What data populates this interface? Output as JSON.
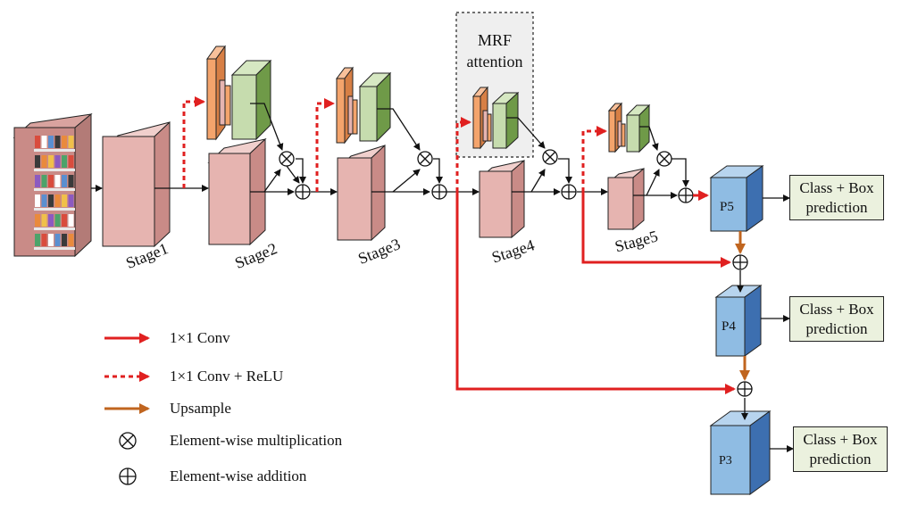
{
  "stages": [
    "Stage1",
    "Stage2",
    "Stage3",
    "Stage4",
    "Stage5"
  ],
  "pyramid": [
    "P5",
    "P4",
    "P3"
  ],
  "prediction": {
    "line1": "Class + Box",
    "line2": "prediction"
  },
  "mrf": {
    "line1": "MRF",
    "line2": "attention"
  },
  "legend": {
    "conv": "1×1 Conv",
    "conv_relu": "1×1 Conv + ReLU",
    "upsample": "Upsample",
    "mult": "Element-wise multiplication",
    "add": "Element-wise addition"
  },
  "colors": {
    "stage_front": "#e6b4b0",
    "stage_side": "#c98b87",
    "stage_top": "#f0cfcc",
    "pyramid_front": "#8fbce3",
    "pyramid_side": "#3d6fb0",
    "attention_orange": "#f4a46c",
    "attention_green": "#c6dcae",
    "red_arrow": "#e02020",
    "upsample_arrow": "#c0651f",
    "prediction_fill": "#ebf1de",
    "mrf_fill": "#efefef"
  }
}
